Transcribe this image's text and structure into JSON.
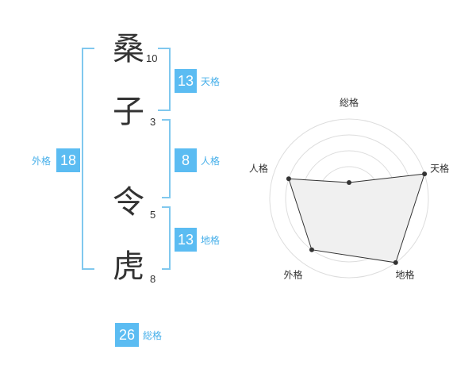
{
  "name": {
    "chars": [
      {
        "char": "桑",
        "strokes": "10"
      },
      {
        "char": "子",
        "strokes": "3"
      },
      {
        "char": "令",
        "strokes": "5"
      },
      {
        "char": "虎",
        "strokes": "8"
      }
    ]
  },
  "fortunes": {
    "tenkaku": {
      "value": "13",
      "label": "天格"
    },
    "jinkaku": {
      "value": "8",
      "label": "人格"
    },
    "chikaku": {
      "value": "13",
      "label": "地格"
    },
    "gaikaku": {
      "value": "18",
      "label": "外格"
    },
    "soukaku": {
      "value": "26",
      "label": "総格"
    }
  },
  "colors": {
    "accent": "#5bbcf2",
    "bracket": "#80c8ee",
    "text": "#333333"
  },
  "chart_data": {
    "type": "radar",
    "axes": [
      "総格",
      "天格",
      "地格",
      "外格",
      "人格"
    ],
    "levels": 5,
    "values": [
      1,
      5,
      5,
      4,
      4
    ],
    "grid": true
  }
}
